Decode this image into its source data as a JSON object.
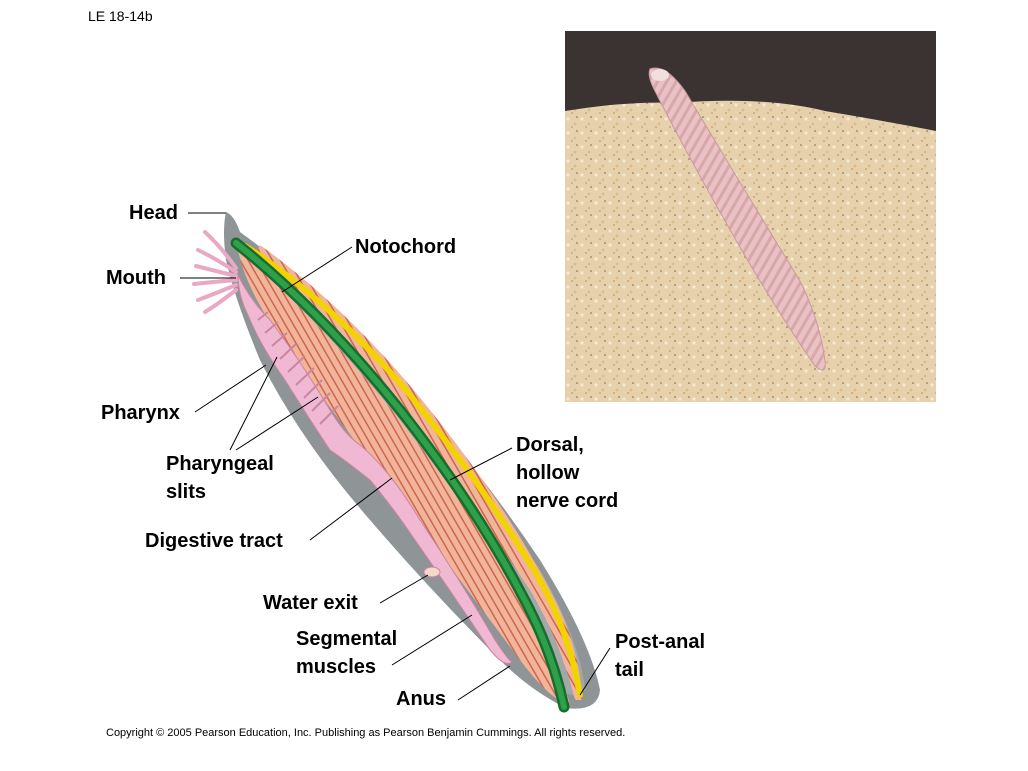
{
  "figure_label": "LE 18-14b",
  "labels": {
    "head": "Head",
    "mouth": "Mouth",
    "notochord": "Notochord",
    "pharynx": "Pharynx",
    "pharyngeal_slits": "Pharyngeal\nslits",
    "digestive_tract": "Digestive tract",
    "dorsal_nerve_cord": "Dorsal,\nhollow\nnerve cord",
    "water_exit": "Water exit",
    "segmental_muscles": "Segmental\nmuscles",
    "anus": "Anus",
    "post_anal_tail": "Post-anal\ntail"
  },
  "copyright": "Copyright © 2005 Pearson Education, Inc. Publishing as Pearson Benjamin Cummings. All rights reserved.",
  "colors": {
    "body_gray": "#8f9497",
    "muscle": "#f2b49a",
    "muscle_stripe": "#c9684f",
    "notochord_green": "#1f8a3a",
    "nerve_yellow": "#f2d300",
    "gut_pink": "#f0b8d2",
    "sand": "#e8d2ae",
    "photo_bg": "#3a3230"
  }
}
